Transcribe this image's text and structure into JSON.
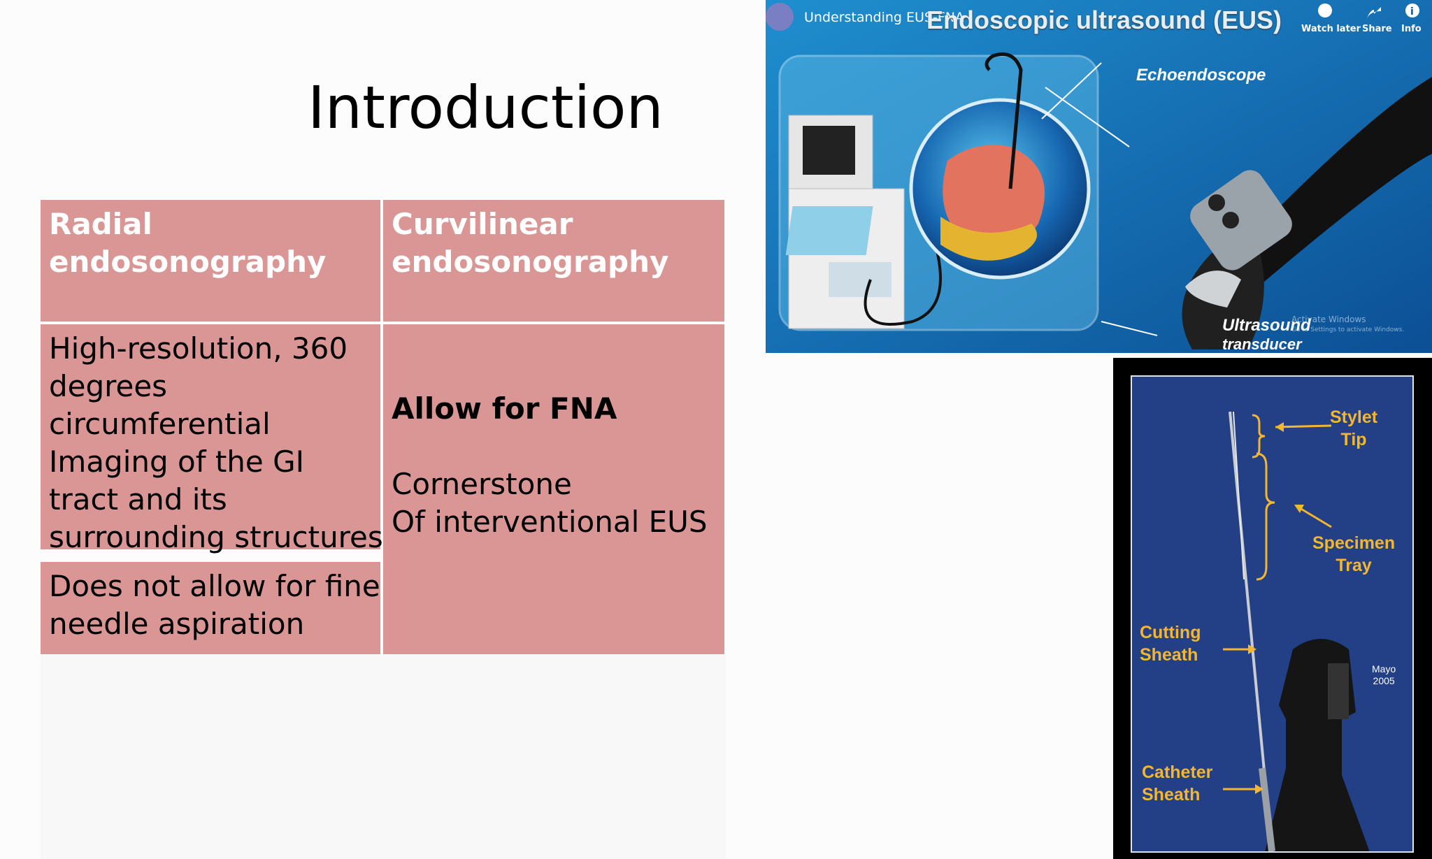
{
  "slide": {
    "title": "Introduction"
  },
  "table": {
    "headers": [
      "Radial endosonography",
      "Curvilinear endosonography"
    ],
    "radial_row1": [
      "High-resolution, 360",
      "degrees",
      "circumferential",
      "Imaging of the GI",
      "tract and its",
      "surrounding structures"
    ],
    "radial_row2": [
      "Does not allow for fine",
      "needle aspiration"
    ],
    "curvilinear_bold": "Allow for FNA",
    "curvilinear_text": [
      "Cornerstone",
      "Of interventional EUS"
    ]
  },
  "video": {
    "channel_title": "Understanding EUS-FNA",
    "overlay_title": "Endoscopic ultrasound (EUS)",
    "controls": [
      "Watch later",
      "Share",
      "Info"
    ],
    "labels": {
      "echoendoscope": "Echoendoscope",
      "ultrasound": "Ultrasound",
      "transducer": "transducer"
    },
    "watermark": [
      "Activate Windows",
      "Go to Settings to activate Windows."
    ]
  },
  "needle_figure": {
    "labels": {
      "stylet": [
        "Stylet",
        "Tip"
      ],
      "specimen": [
        "Specimen",
        "Tray"
      ],
      "cutting": [
        "Cutting",
        "Sheath"
      ],
      "catheter": [
        "Catheter",
        "Sheath"
      ],
      "credit": [
        "Mayo",
        "2005"
      ]
    }
  },
  "colors": {
    "table_fill": "#d99694",
    "video_bg": "#2c9fd6",
    "figure_bg": "#233f85",
    "label_yellow": "#f2b630"
  }
}
